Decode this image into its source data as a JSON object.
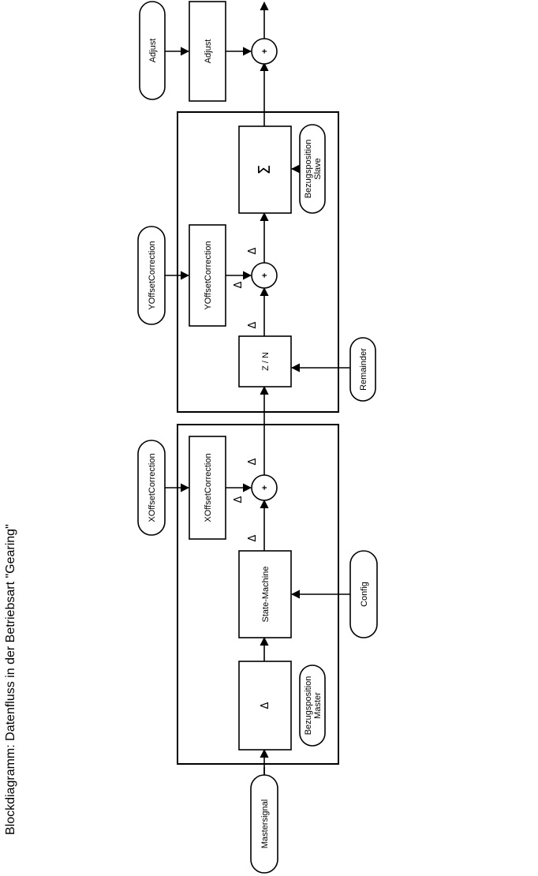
{
  "title": "Blockdiagramm: Datenfluss in der Betriebsart \"Gearing\"",
  "inputs": {
    "mastersignal": "Mastersignal",
    "config": "Config",
    "xoffset": "XOffsetCorrection",
    "yoffset": "YOffsetCorrection",
    "remainder": "Remainder",
    "adjust": "Adjust"
  },
  "blocks": {
    "delta": "Δ",
    "ref_master_line1": "Bezugsposition",
    "ref_master_line2": "Master",
    "state_machine": "State-Machine",
    "xoffset": "XOffsetCorrection",
    "zn": "Z / N",
    "yoffset": "YOffsetCorrection",
    "sigma": "Σ",
    "ref_slave_line1": "Bezugsposition",
    "ref_slave_line2": "Slave",
    "adjust": "Adjust"
  },
  "operators": {
    "sum": "+"
  },
  "delta_marks": {
    "symbol": "Δ"
  }
}
